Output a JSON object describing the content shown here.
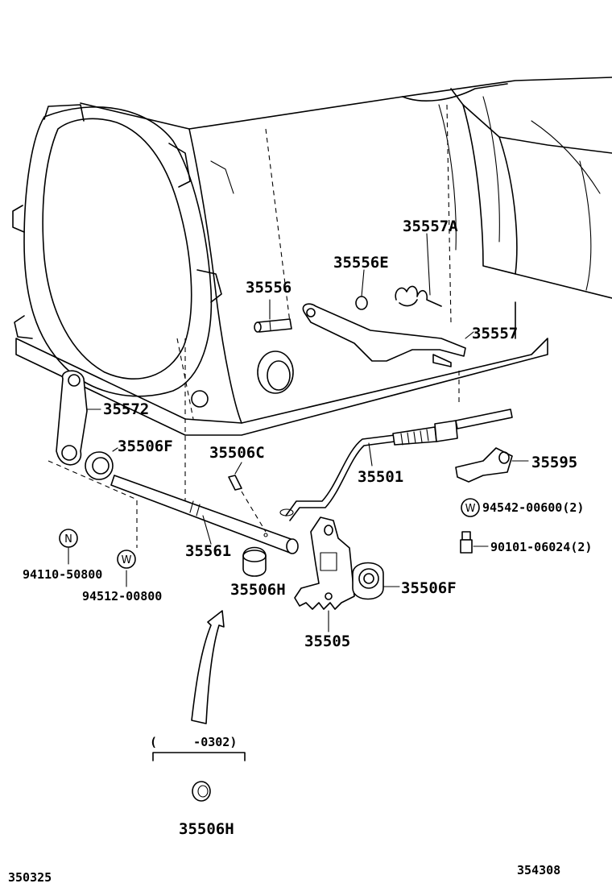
{
  "labels": {
    "p35557A": "35557A",
    "p35556E": "35556E",
    "p35556": "35556",
    "p35557": "35557",
    "p35572": "35572",
    "p35506F_left": "35506F",
    "p35506C": "35506C",
    "p35501": "35501",
    "p35595": "35595",
    "p94542": "94542-00600(2)",
    "p90101": "90101-06024(2)",
    "p94110": "94110-50800",
    "p94512": "94512-00800",
    "p35561": "35561",
    "p35506H_mid": "35506H",
    "p35506F_right": "35506F",
    "p35505": "35505",
    "p35506H_bottom": "35506H"
  },
  "symbols": {
    "n_washer": "N",
    "w_washer_left": "W",
    "w_washer_right": "W"
  },
  "date_range": "(     -0302)",
  "footer": {
    "left_code": "350325",
    "right_code": "354308"
  }
}
